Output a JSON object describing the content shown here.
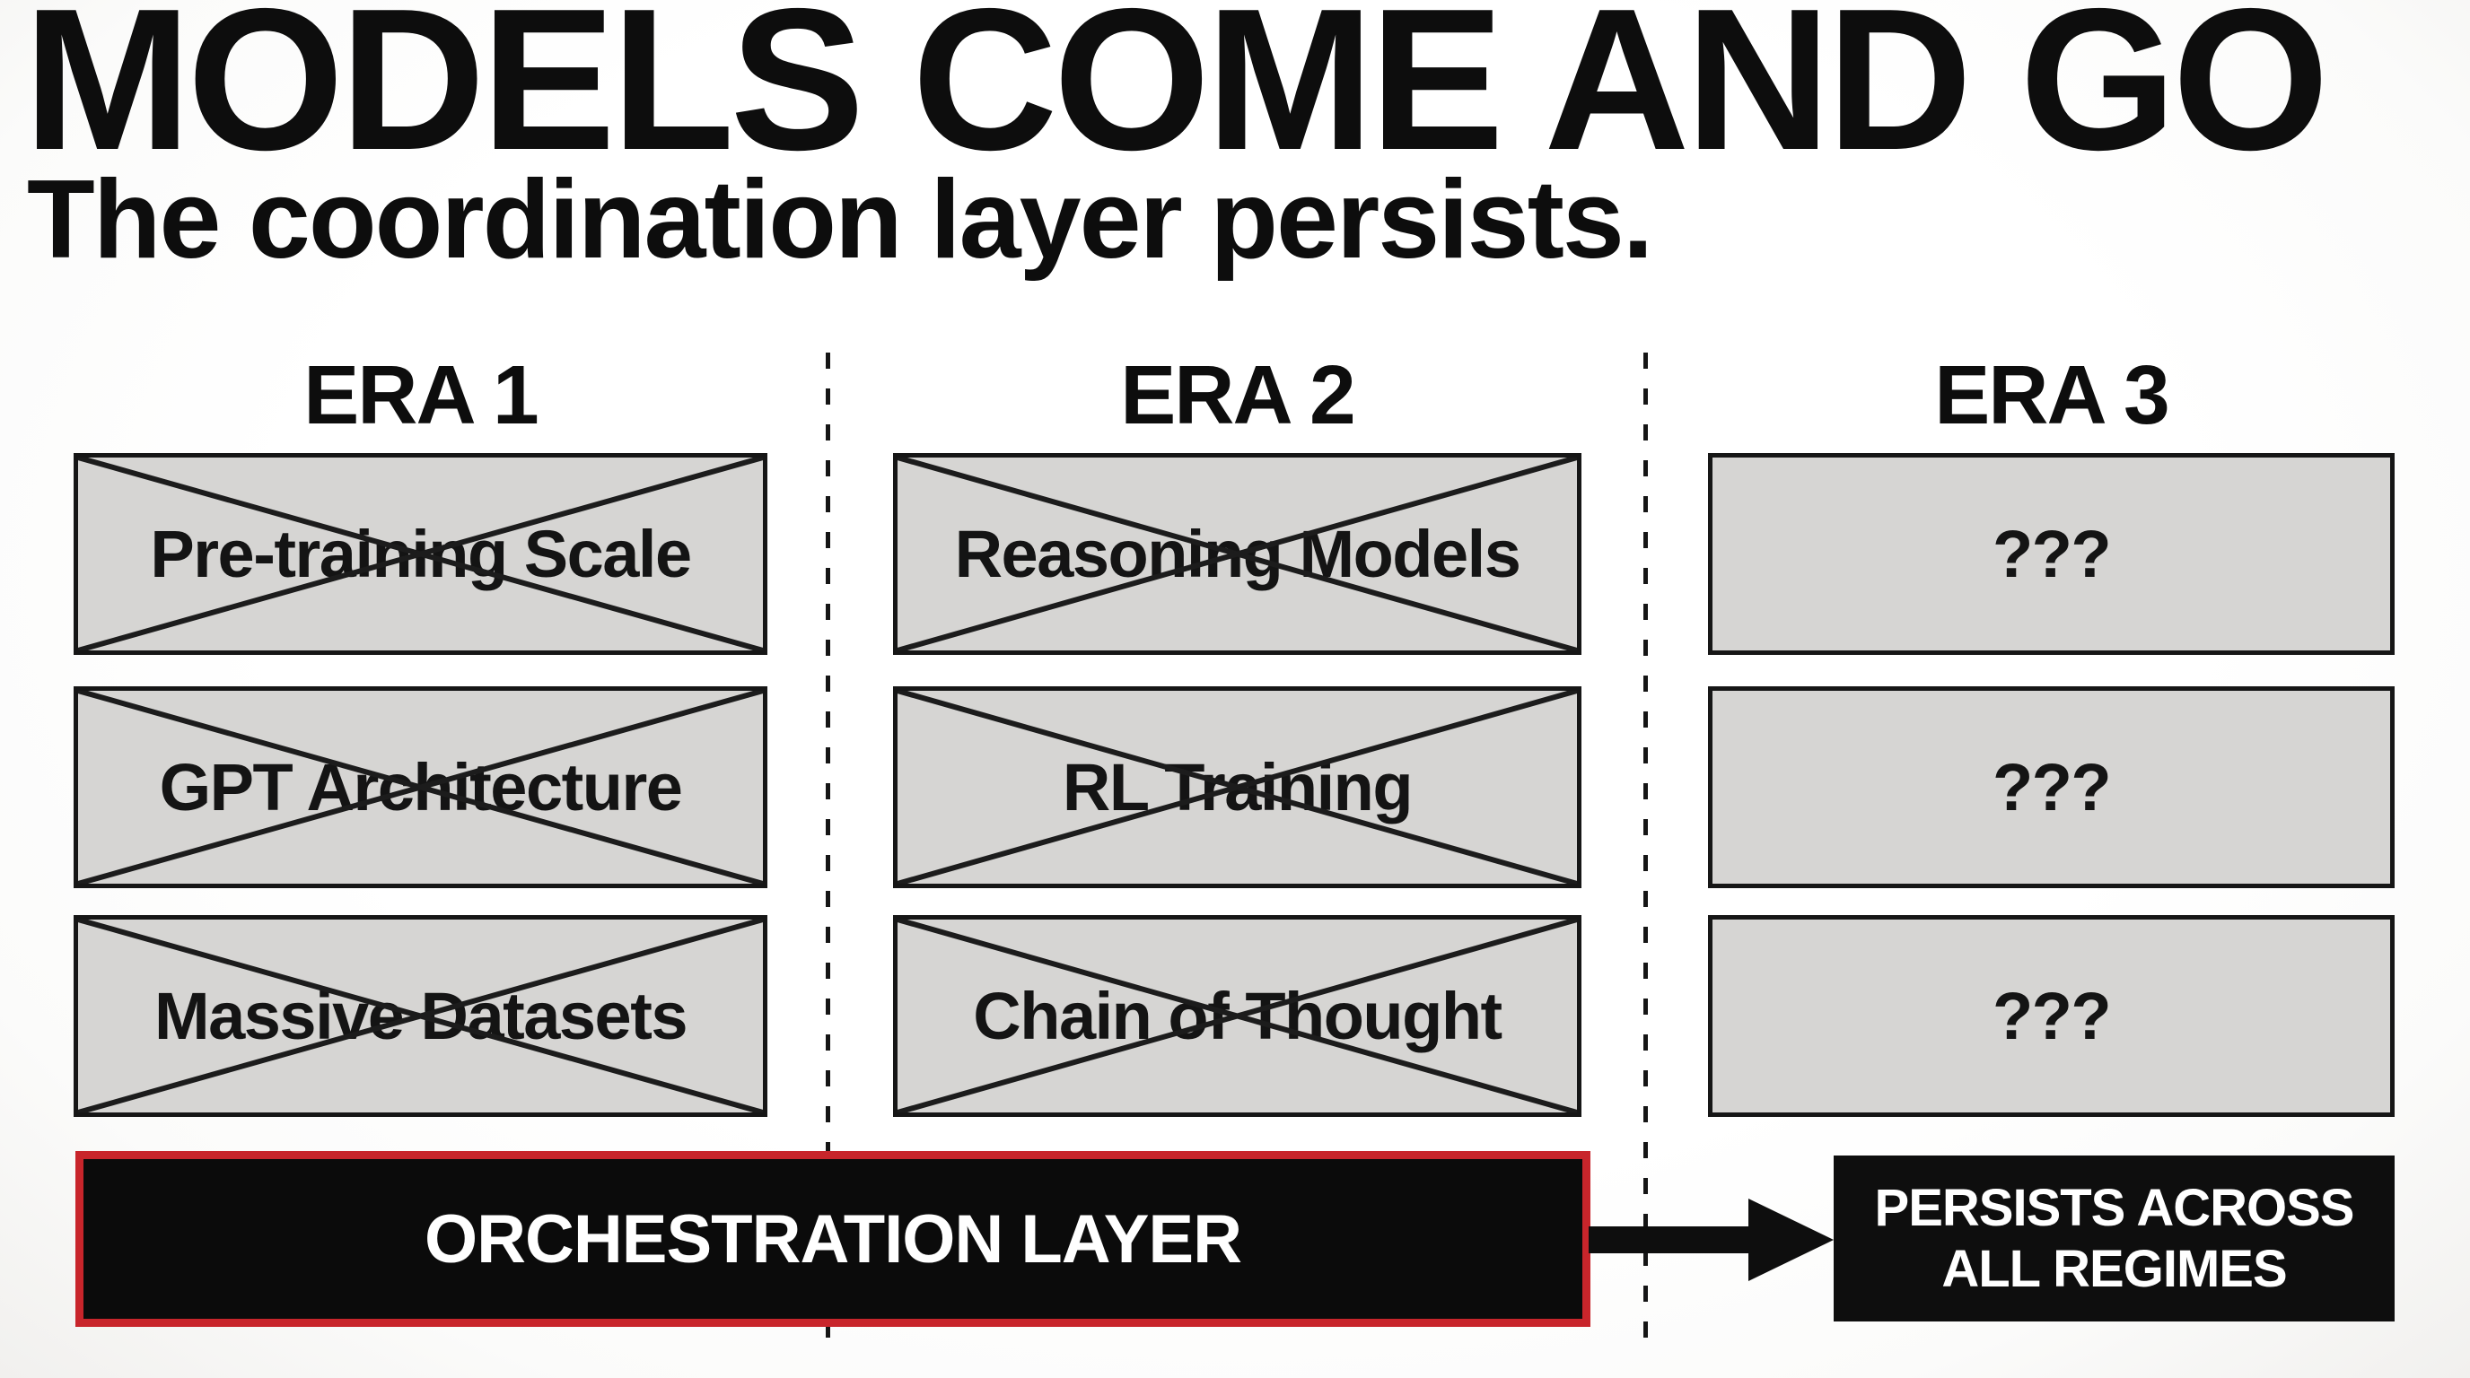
{
  "title": "MODELS COME AND GO",
  "subtitle": "The coordination layer persists.",
  "columns": [
    {
      "era": "ERA 1",
      "items": [
        {
          "label": "Pre-training Scale",
          "crossed": true
        },
        {
          "label": "GPT Architecture",
          "crossed": true
        },
        {
          "label": "Massive Datasets",
          "crossed": true
        }
      ]
    },
    {
      "era": "ERA 2",
      "items": [
        {
          "label": "Reasoning Models",
          "crossed": true
        },
        {
          "label": "RL Training",
          "crossed": true
        },
        {
          "label": "Chain of Thought",
          "crossed": true
        }
      ]
    },
    {
      "era": "ERA 3",
      "items": [
        {
          "label": "???",
          "crossed": false
        },
        {
          "label": "???",
          "crossed": false
        },
        {
          "label": "???",
          "crossed": false
        }
      ]
    }
  ],
  "footer": {
    "orchestration_label": "ORCHESTRATION LAYER",
    "persists_line1": "PERSISTS ACROSS",
    "persists_line2": "ALL REGIMES"
  },
  "colors": {
    "accent_red": "#c8252b",
    "box_fill_gray": "#d6d5d3",
    "ink_black": "#111111"
  }
}
